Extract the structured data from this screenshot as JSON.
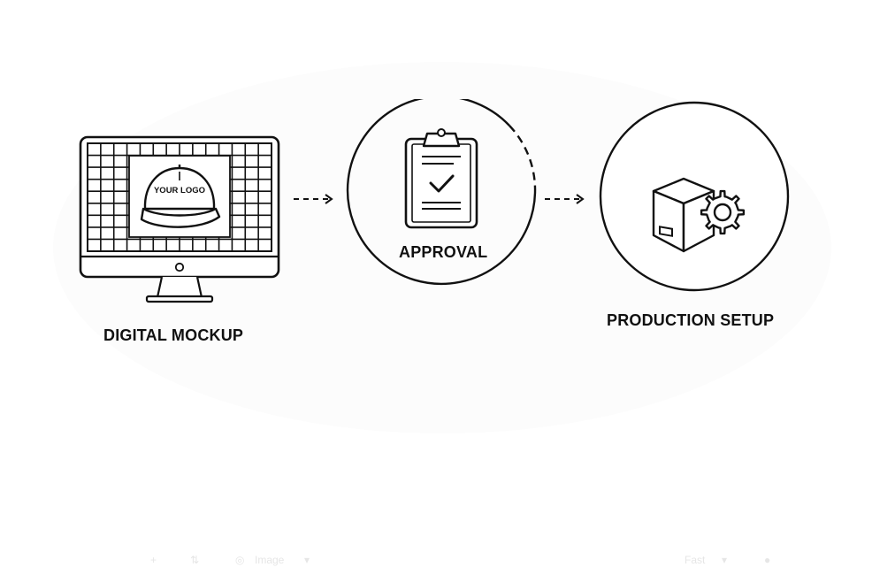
{
  "steps": [
    {
      "id": "digital-mockup",
      "label": "DIGITAL MOCKUP",
      "icon": "monitor-icon",
      "screen_text": "YOUR LOGO"
    },
    {
      "id": "approval",
      "label": "APPROVAL",
      "icon": "clipboard-check-icon"
    },
    {
      "id": "production-setup",
      "label": "PRODUCTION SETUP",
      "icon": "box-gear-icon"
    }
  ],
  "colors": {
    "stroke": "#111111",
    "background": "#ffffff"
  },
  "faint_toolbar": {
    "left_label": "Image",
    "right_label": "Fast"
  }
}
